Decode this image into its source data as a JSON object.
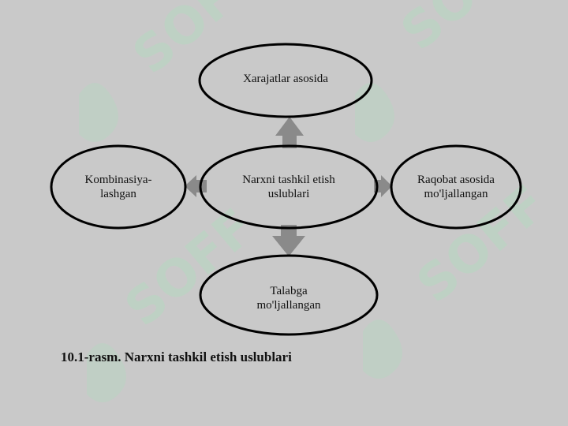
{
  "nodes": {
    "top": "Xarajatlar asosida",
    "center_line1": "Narxni tashkil etish",
    "center_line2": "uslublari",
    "left_line1": "Kombinasiya-",
    "left_line2": "lashgan",
    "right_line1": "Raqobat asosida",
    "right_line2": "mo'ljallangan",
    "bottom_line1": "Talabga",
    "bottom_line2": "mo'ljallangan"
  },
  "caption": "10.1-rasm. Narxni tashkil etish uslublari",
  "watermark": "SOFF",
  "colors": {
    "background": "#c9c9c9",
    "ellipse_stroke": "#000000",
    "arrow": "#8a8a8a",
    "watermark": "#b6d8c0"
  }
}
